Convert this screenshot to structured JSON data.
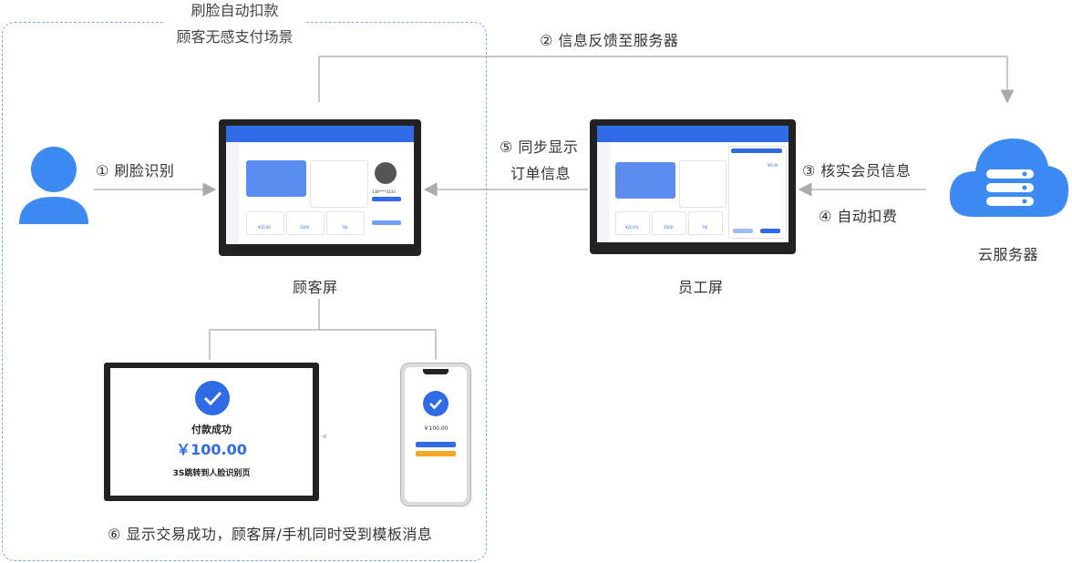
{
  "group": {
    "title_line1": "刷脸自动扣款",
    "title_line2": "顾客无感支付场景"
  },
  "steps": {
    "s1": "① 刷脸识别",
    "s2": "② 信息反馈至服务器",
    "s3": "③ 核实会员信息",
    "s4": "④ 自动扣费",
    "s5_line1": "⑤ 同步显示",
    "s5_line2": "订单信息",
    "s6": "⑥ 显示交易成功，顾客屏/手机同时受到模板消息"
  },
  "nodes": {
    "customer_screen": "顾客屏",
    "staff_screen": "员工屏",
    "cloud_server": "云服务器"
  },
  "success_screen": {
    "title": "付款成功",
    "amount": "￥100.00",
    "redirect": "3S跳转到人脸识别页"
  },
  "phone_screen": {
    "amount": "￥100.00"
  },
  "customer_ui": {
    "amount1": "¥20.00",
    "amount2": "5000",
    "amount3": "7折",
    "member_no": "138****3333"
  },
  "staff_ui": {
    "amount1": "¥20.00",
    "amount2": "5000",
    "amount3": "7折",
    "total": "¥0.00"
  },
  "colors": {
    "accent": "#2f6be6",
    "icon_blue": "#3d8bf2",
    "dashed": "#7aa7e8",
    "line_gray": "#b5b5b5"
  }
}
